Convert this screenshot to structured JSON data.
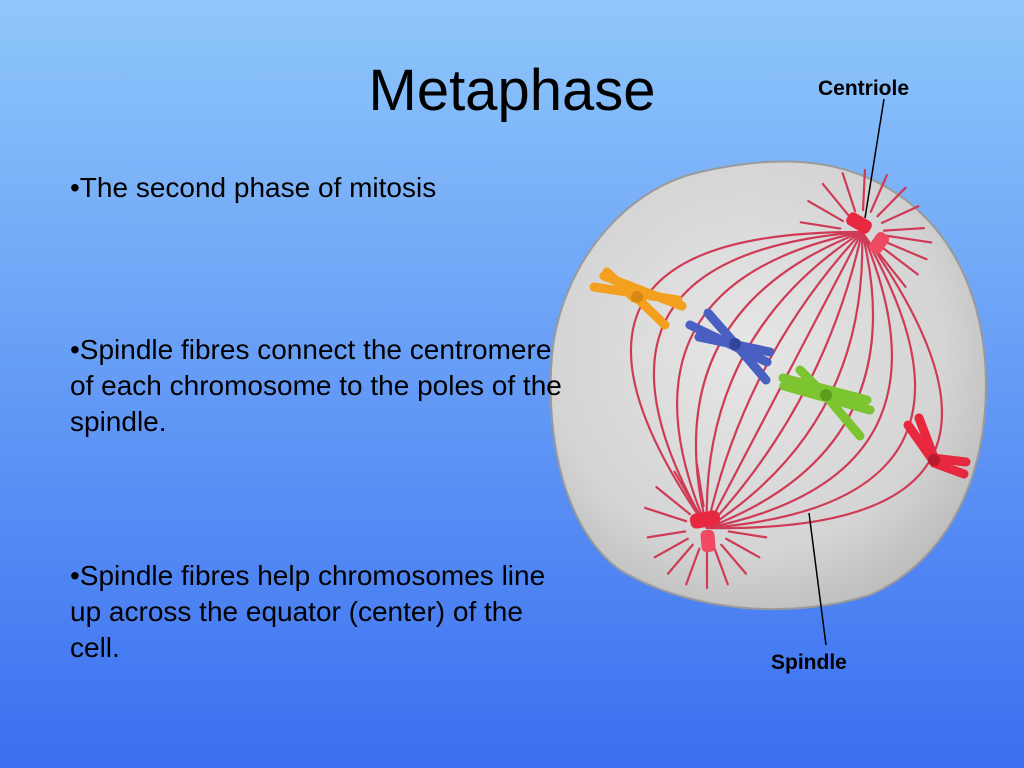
{
  "slide": {
    "title": "Metaphase",
    "bullets": [
      "•The second phase of mitosis",
      "•Spindle fibres connect the centromere of each chromosome to the poles of the spindle.",
      "•Spindle fibres help chromosomes line up across the equator (center) of the cell."
    ]
  },
  "diagram": {
    "labels": {
      "centriole": "Centriole",
      "spindle": "Spindle"
    },
    "chromosome_colors": {
      "orange": "#f2a01e",
      "blue": "#4a5fc2",
      "green": "#7cc430",
      "red": "#e8283f"
    },
    "cell_color": "#d6d6d6",
    "fibre_color": "#cf3a55"
  },
  "theme": {
    "background_top": "#8fc7fb",
    "background_bottom": "#3a6ff0"
  }
}
